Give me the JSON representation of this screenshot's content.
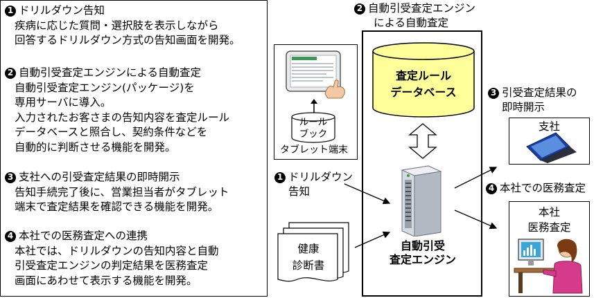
{
  "sections": [
    {
      "num": "1",
      "title": "ドリルダウン告知",
      "lines": [
        "疾病に応じた質問・選択肢を表示しながら",
        "回答するドリルダウン方式の告知画面を開発。"
      ]
    },
    {
      "num": "2",
      "title": "自動引受査定エンジンによる自動査定",
      "lines": [
        "自動引受査定エンジン(パッケージ)を",
        "専用サーバに導入。",
        "入力されたお客さまの告知内容を査定ルール",
        "データベースと照合し、契約条件などを",
        "自動的に判断させる機能を開発。"
      ]
    },
    {
      "num": "3",
      "title": "支社への引受査定結果の即時開示",
      "lines": [
        "告知手続完了後に、営業担当者がタブレット",
        "端末で査定結果を確認できる機能を開発。"
      ]
    },
    {
      "num": "4",
      "title": "本社での医務査定への連携",
      "lines": [
        "本社では、ドリルダウンの告知内容と自動",
        "引受査定エンジンの判定結果を医務査定",
        "画面にあわせて表示する機能を開発。"
      ]
    }
  ],
  "diagram": {
    "engine_header": {
      "num": "2",
      "lines": [
        "自動引受査定エンジン",
        "による自動査定"
      ]
    },
    "database": [
      "査定ルール",
      "データベース"
    ],
    "tablet_caption": "タブレット端末",
    "rulebook": [
      "ルール",
      "ブック"
    ],
    "drilldown": {
      "num": "1",
      "lines": [
        "ドリルダウン",
        "告知"
      ]
    },
    "health": [
      "健康",
      "診断書"
    ],
    "engine_label": [
      "自動引受",
      "査定エンジン"
    ],
    "result_header": {
      "num": "3",
      "lines": [
        "引受査定結果の",
        "即時開示"
      ]
    },
    "branch": "支社",
    "medical_header": {
      "num": "4",
      "text": "本社での医務査定"
    },
    "hq": [
      "本社",
      "医務査定"
    ]
  },
  "colors": {
    "db_fill": "#ffff99",
    "laptop": "#1a3fa0",
    "tablet_screen": "#3a9a55"
  }
}
